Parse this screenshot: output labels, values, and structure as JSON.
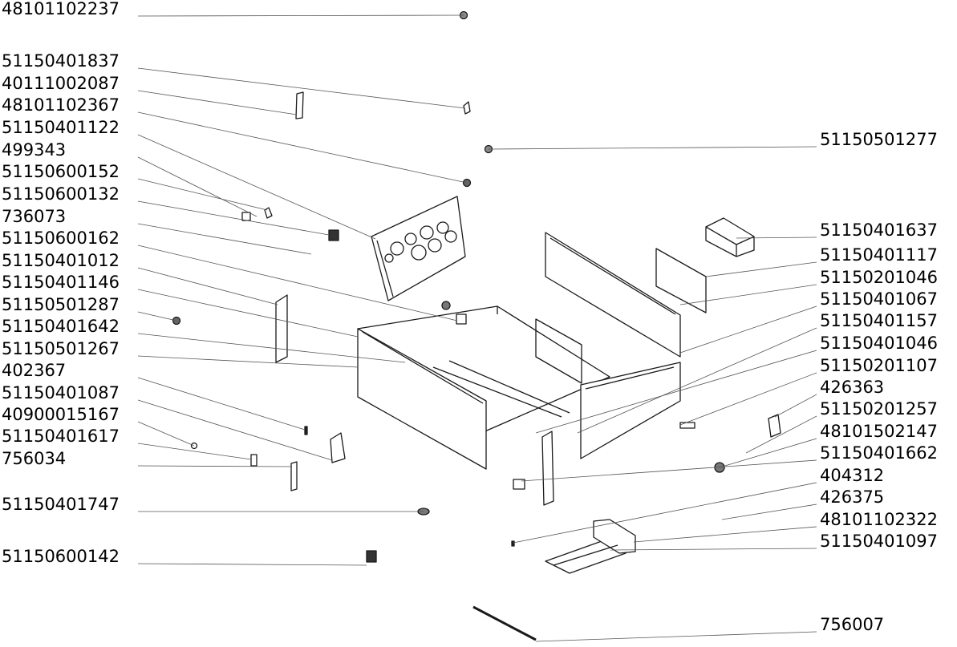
{
  "left_labels": [
    "48101102237",
    "51150401837",
    "40111002087",
    "48101102367",
    "51150401122",
    "499343",
    "51150600152",
    "51150600132",
    "736073",
    "51150600162",
    "51150401012",
    "51150401146",
    "51150501287",
    "51150401642",
    "51150501267",
    "402367",
    "51150401087",
    "40900015167",
    "51150401617",
    "756034",
    "51150401747",
    "51150600142"
  ],
  "right_labels": [
    "51150501277",
    "51150401637",
    "51150401117",
    "51150201046",
    "51150401067",
    "51150401157",
    "51150401046",
    "51150201107",
    "426363",
    "51150201257",
    "48101502147",
    "51150401662",
    "404312",
    "426375",
    "48101102322",
    "51150401097",
    "756007"
  ],
  "colors": {
    "line": "#555555",
    "part": "#1a1a1a",
    "fill": "#ffffff"
  }
}
